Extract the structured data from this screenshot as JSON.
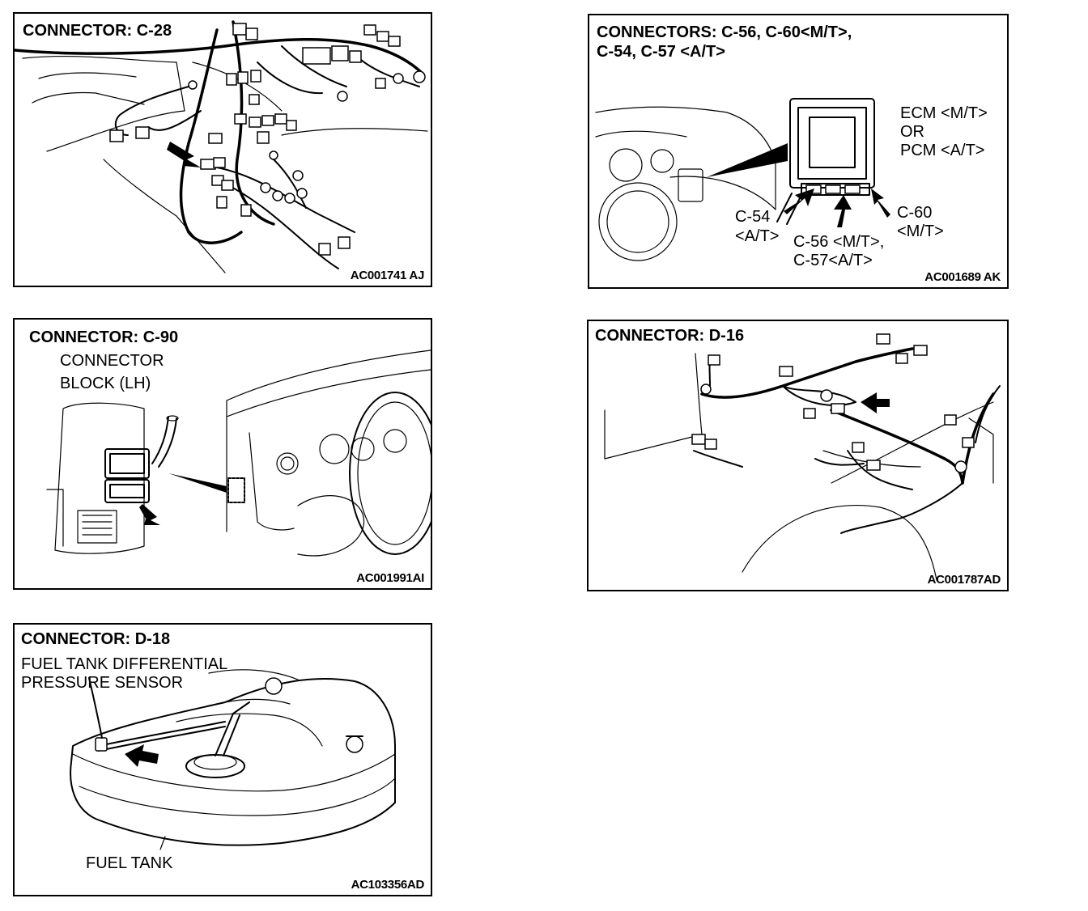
{
  "panels": {
    "c28": {
      "title": "CONNECTOR: C-28",
      "code": "AC001741 AJ"
    },
    "c56": {
      "title_line1": "CONNECTORS: C-56, C-60<M/T>,",
      "title_line2": "C-54, C-57 <A/T>",
      "ecm_line1": "ECM <M/T>",
      "ecm_line2": "OR",
      "ecm_line3": "PCM <A/T>",
      "c54_line1": "C-54",
      "c54_line2": "<A/T>",
      "c56_line1": "C-56 <M/T>,",
      "c56_line2": "C-57<A/T>",
      "c60_line1": "C-60",
      "c60_line2": "<M/T>",
      "code": "AC001689 AK"
    },
    "c90": {
      "title": "CONNECTOR: C-90",
      "label_line1": "CONNECTOR",
      "label_line2": "BLOCK (LH)",
      "code": "AC001991AI"
    },
    "d16": {
      "title": "CONNECTOR: D-16",
      "code": "AC001787AD"
    },
    "d18": {
      "title": "CONNECTOR: D-18",
      "sensor_line1": "FUEL TANK DIFFERENTIAL",
      "sensor_line2": "PRESSURE SENSOR",
      "tank_label": "FUEL TANK",
      "code": "AC103356AD"
    }
  }
}
